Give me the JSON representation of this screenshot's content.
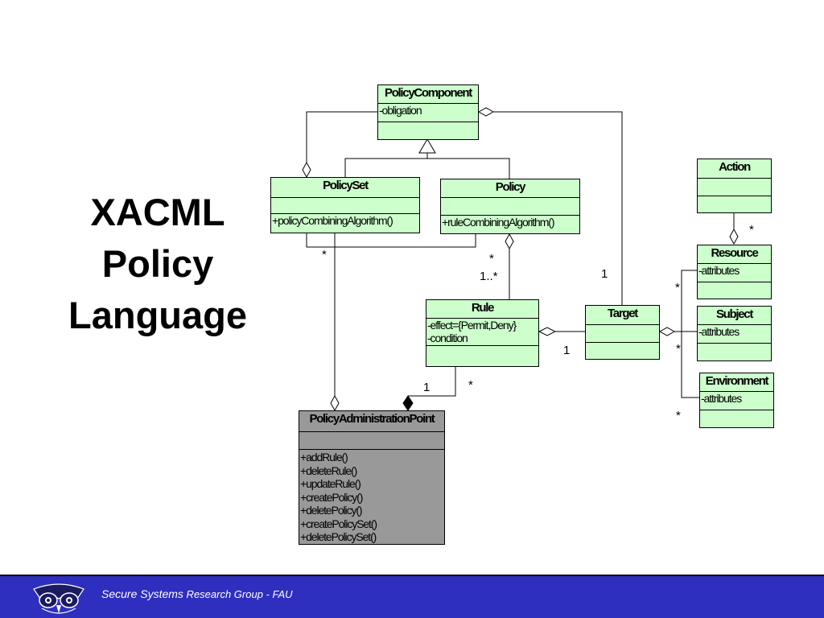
{
  "slide": {
    "title_lines": [
      "XACML",
      "Policy",
      "Language"
    ]
  },
  "classes": {
    "policy_component": {
      "name": "PolicyComponent",
      "attributes": [
        "-obligation"
      ],
      "operations": []
    },
    "policy_set": {
      "name": "PolicySet",
      "attributes": [],
      "operations": [
        "+policyCombiningAlgorithm()"
      ]
    },
    "policy": {
      "name": "Policy",
      "attributes": [],
      "operations": [
        "+ruleCombiningAlgorithm()"
      ]
    },
    "rule": {
      "name": "Rule",
      "attributes": [
        "-effect={Permit,Deny}",
        "-condition"
      ],
      "operations": []
    },
    "target": {
      "name": "Target",
      "attributes": [],
      "operations": []
    },
    "action": {
      "name": "Action",
      "attributes": [],
      "operations": []
    },
    "resource": {
      "name": "Resource",
      "attributes": [
        "-attributes"
      ],
      "operations": []
    },
    "subject": {
      "name": "Subject",
      "attributes": [
        "-attributes"
      ],
      "operations": []
    },
    "environment": {
      "name": "Environment",
      "attributes": [
        "-attributes"
      ],
      "operations": []
    },
    "pap": {
      "name": "PolicyAdministrationPoint",
      "attributes": [],
      "operations": [
        "+addRule()",
        "+deleteRule()",
        "+updateRule()",
        "+createPolicy()",
        "+deletePolicy()",
        "+createPolicySet()",
        "+deletePolicySet()"
      ]
    }
  },
  "multiplicities": {
    "policyset_pap": "*",
    "policy_rule_star": "*",
    "policy_rule_range": "1..*",
    "component_target": "1",
    "rule_target": "1",
    "pap_rule_one": "1",
    "pap_rule_star": "*",
    "action_resource": "*",
    "target_resource": "*",
    "target_subject": "*",
    "target_environment": "*"
  },
  "colors": {
    "class_fill": "#ccffcc",
    "pap_fill": "#999999",
    "footer_bar": "#2e2ebf"
  },
  "footer": {
    "text_main": "Secure Systems",
    "text_rest": " Research Group - FAU"
  }
}
